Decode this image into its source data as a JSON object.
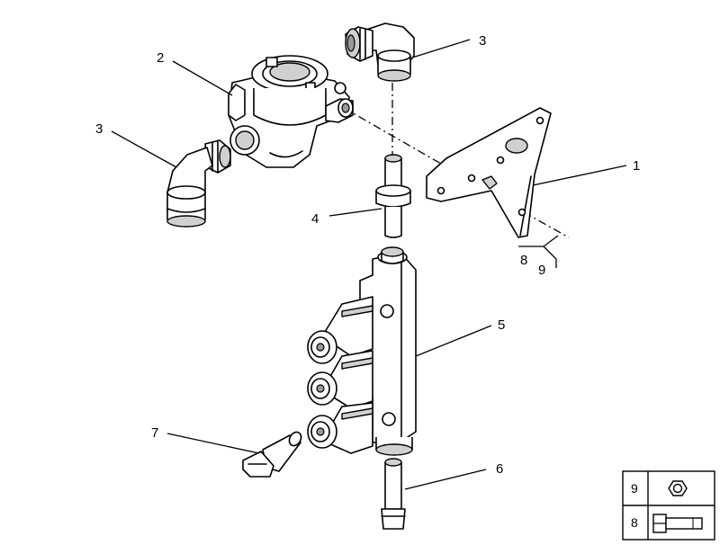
{
  "callouts": [
    {
      "id": "c1",
      "label": "1"
    },
    {
      "id": "c2",
      "label": "2"
    },
    {
      "id": "c3a",
      "label": "3"
    },
    {
      "id": "c3b",
      "label": "3"
    },
    {
      "id": "c4",
      "label": "4"
    },
    {
      "id": "c5",
      "label": "5"
    },
    {
      "id": "c6",
      "label": "6"
    },
    {
      "id": "c7",
      "label": "7"
    },
    {
      "id": "c8",
      "label": "8"
    },
    {
      "id": "c9",
      "label": "9"
    }
  ],
  "legend": [
    {
      "label": "9",
      "icon": "hex-nut-icon"
    },
    {
      "label": "8",
      "icon": "hex-bolt-icon"
    }
  ]
}
